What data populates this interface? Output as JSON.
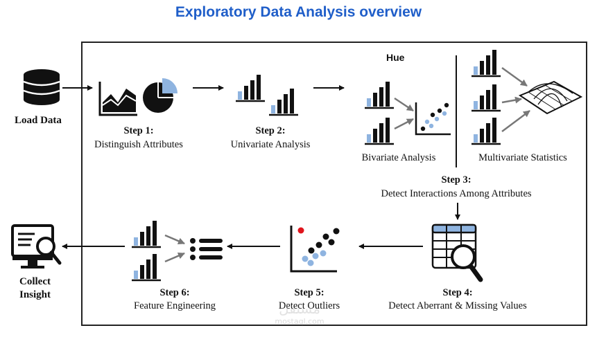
{
  "title": "Exploratory Data Analysis overview",
  "load_data": "Load Data",
  "collect_insight": [
    "Collect",
    "Insight"
  ],
  "hue_label": "Hue",
  "steps": {
    "s1": {
      "step": "Step 1:",
      "desc": "Distinguish Attributes"
    },
    "s2": {
      "step": "Step 2:",
      "desc": "Univariate Analysis"
    },
    "s3": {
      "step": "Step 3:",
      "desc": "Detect Interactions Among Attributes",
      "bivariate": "Bivariate Analysis",
      "multivariate": "Multivariate Statistics"
    },
    "s4": {
      "step": "Step 4:",
      "desc": "Detect Aberrant & Missing Values"
    },
    "s5": {
      "step": "Step 5:",
      "desc": "Detect Outliers"
    },
    "s6": {
      "step": "Step 6:",
      "desc": "Feature Engineering"
    }
  },
  "watermark": {
    "arabic": "مستقل",
    "latin": "mostaql.com"
  },
  "colors": {
    "title": "#1f5ec9",
    "bar_blue": "#8fb4e0",
    "bar_dark": "#111111",
    "outlier_red": "#e0141c",
    "arrow_gray": "#777777",
    "arrow_black": "#111111"
  }
}
